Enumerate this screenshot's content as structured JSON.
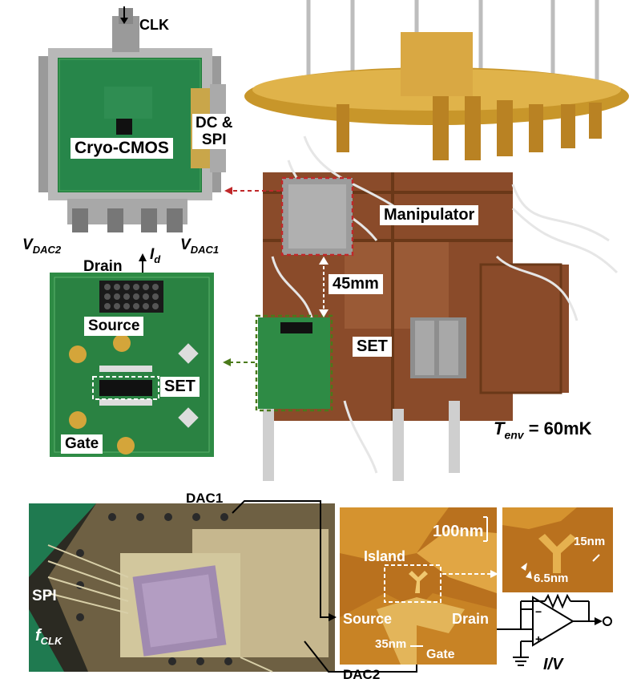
{
  "top": {
    "clk": "CLK",
    "cryo_cmos": "Cryo-CMOS",
    "dc_spi_line1": "DC &",
    "dc_spi_line2": "SPI",
    "vdac2": "V",
    "vdac2_sub": "DAC2",
    "vdac1": "V",
    "vdac1_sub": "DAC1",
    "drain": "Drain",
    "id": "I",
    "id_sub": "d",
    "source": "Source",
    "set_left": "SET",
    "gate": "Gate",
    "manipulator": "Manipulator",
    "distance": "45mm",
    "set_right": "SET",
    "tenv": "T",
    "tenv_sub": "env",
    "tenv_val": " = 60mK"
  },
  "bottom": {
    "dac1": "DAC1",
    "dac2": "DAC2",
    "spi": "SPI",
    "fclk": "f",
    "fclk_sub": "CLK",
    "scale_100": "100nm",
    "island": "Island",
    "source": "Source",
    "drain": "Drain",
    "scale_35": "35nm",
    "gate": "Gate",
    "dim_15": "15nm",
    "dim_65": "6.5nm",
    "iv": "I/V"
  },
  "colors": {
    "pcb_green": "#1f7a3a",
    "board_green": "#2e8b45",
    "gold": "#c8962a",
    "copper": "#8a4b2a",
    "afm": "#c98a2a",
    "red_dash": "#c0282a",
    "green_dash": "#4a7a1a"
  }
}
